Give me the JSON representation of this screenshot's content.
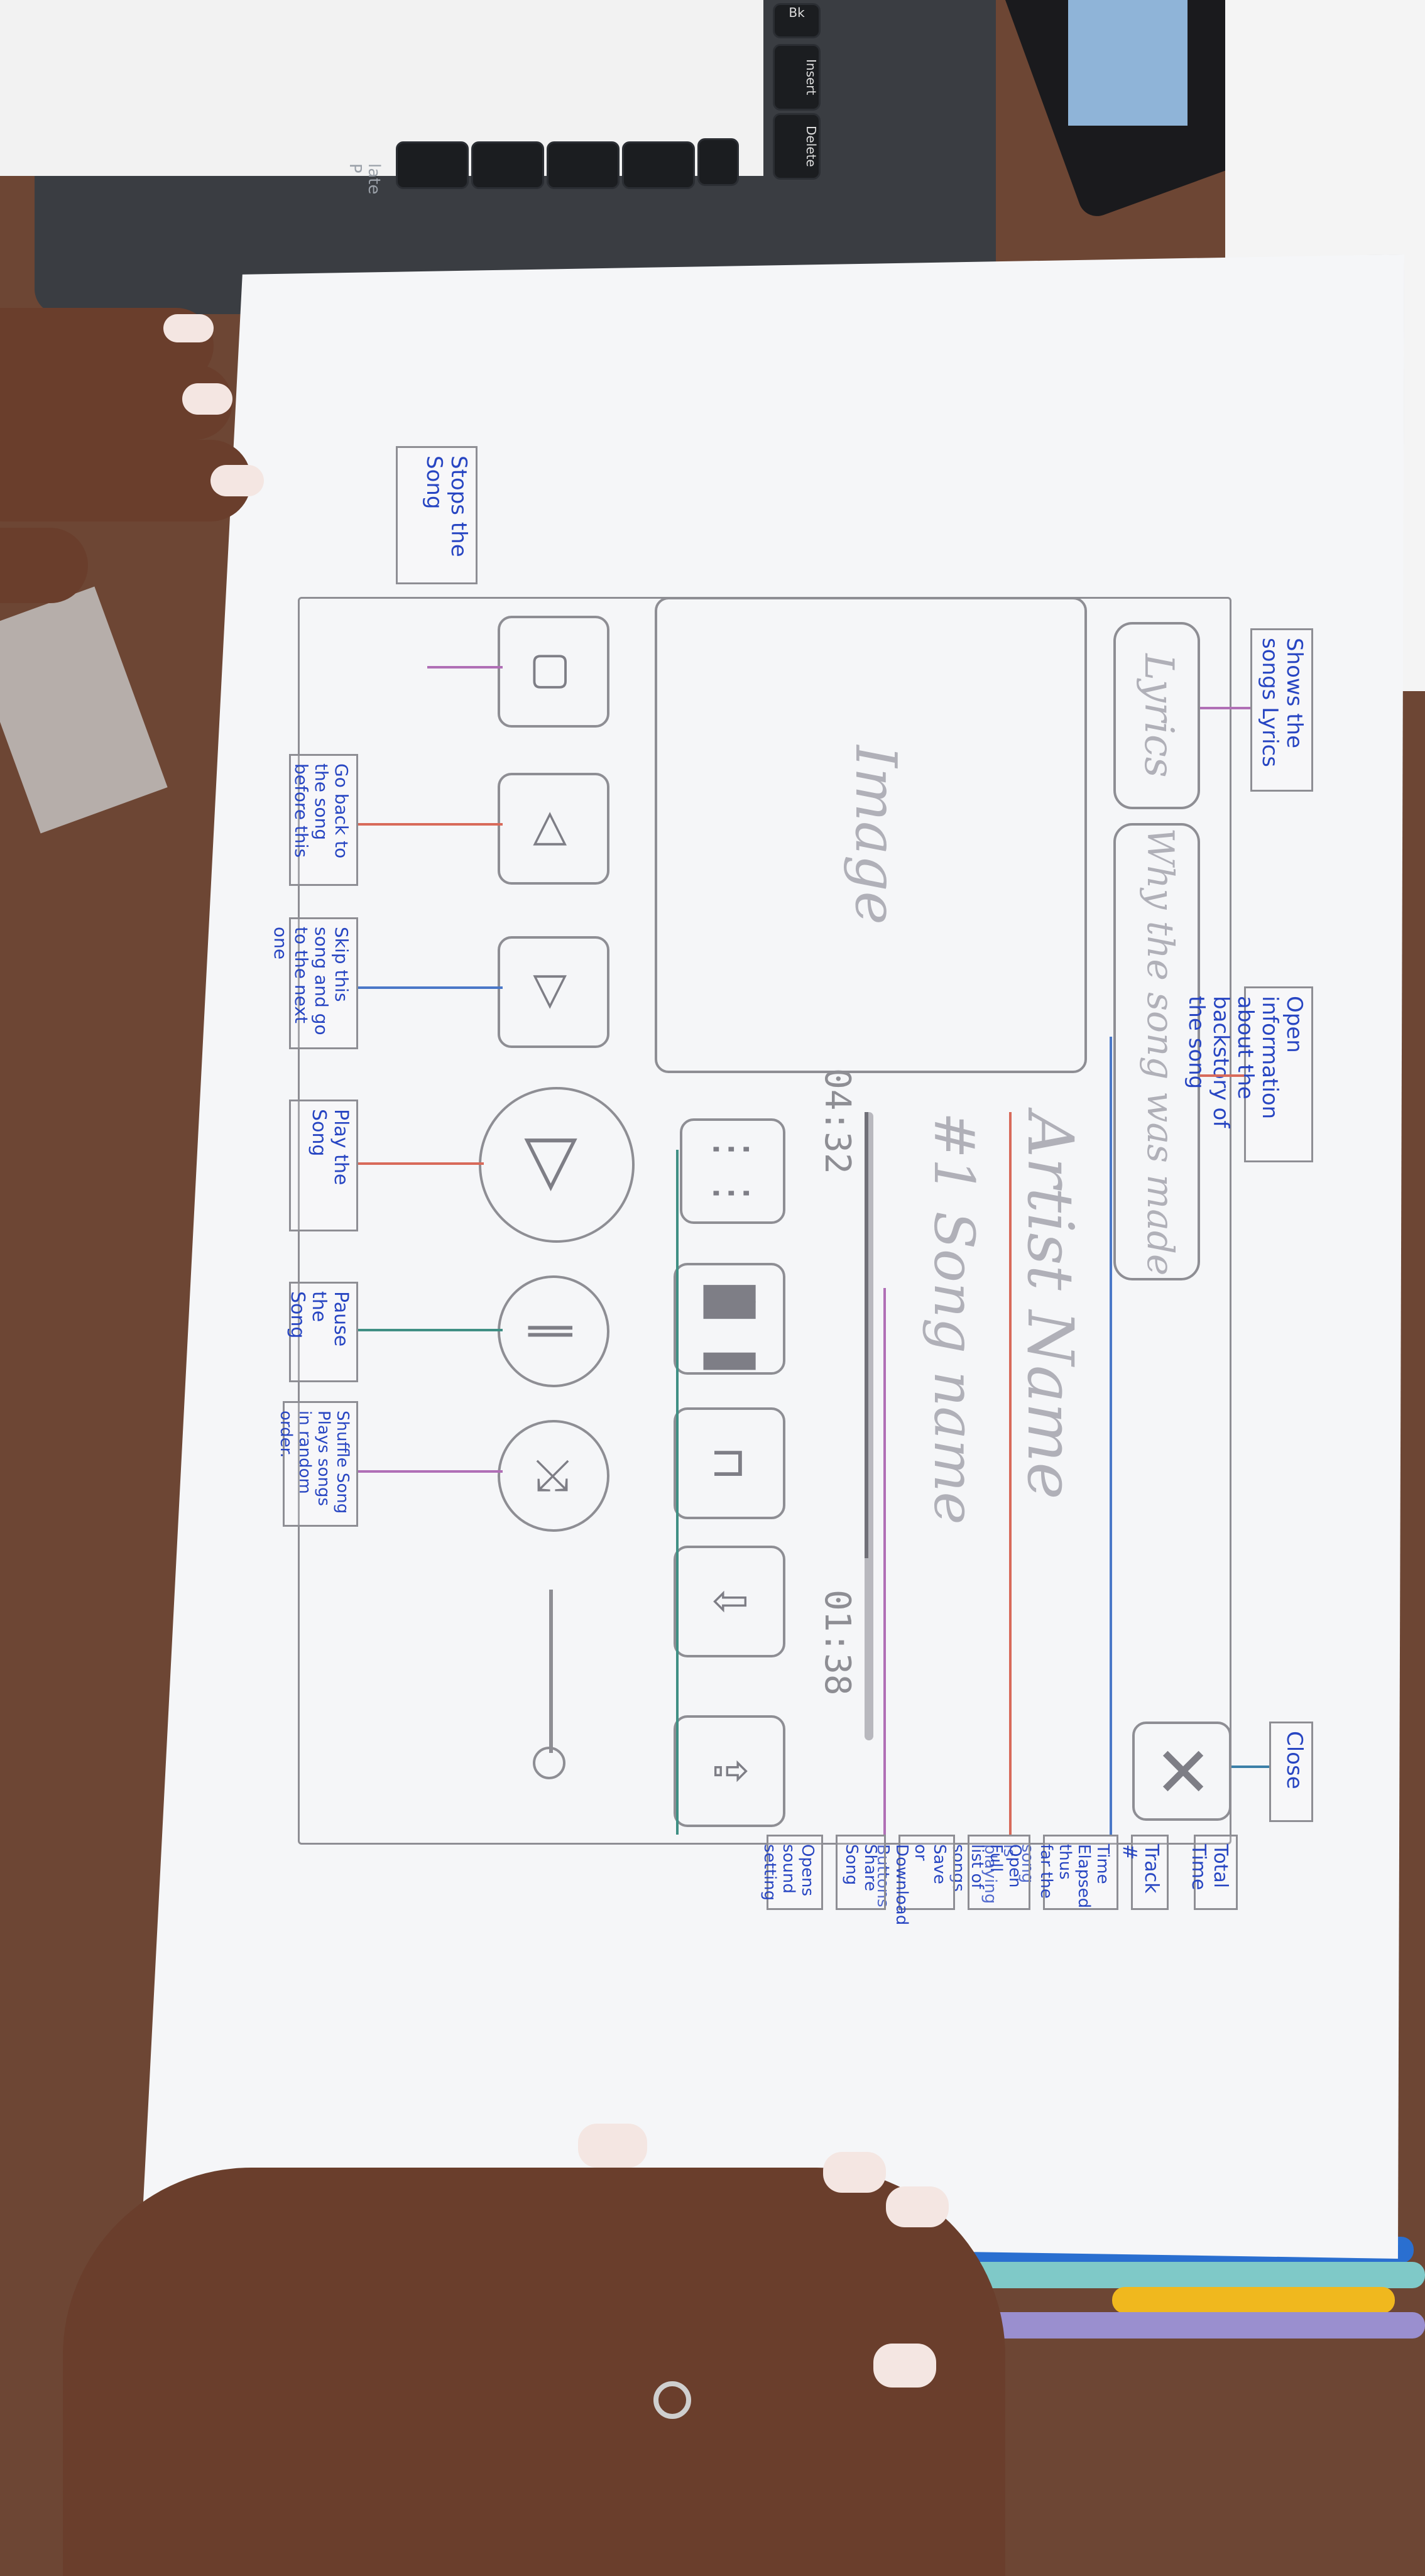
{
  "scene": {
    "description_free": true,
    "colors": {
      "paper": "#f5f6f8",
      "pencil": "#8e8e94",
      "ink": "#2745c2",
      "table": "#6d4634"
    }
  },
  "laptop": {
    "keys": [
      "Insert",
      "Delete",
      "Bk"
    ],
    "brand_text": "late P"
  },
  "sketch": {
    "lyrics_button": "Lyrics",
    "why_button": "Why the song was made",
    "image_placeholder": "Image",
    "artist_name": "Artist Name",
    "song_name": "#1 Song name",
    "total_time": "04:32",
    "elapsed_time": "01:38",
    "close_icon": "close-icon",
    "annotations": {
      "lyrics": "Shows the songs Lyrics",
      "why": "Open information about the backstory of the song",
      "stop": "Stops the Song",
      "previous": "Go back to the song before this",
      "next": "Skip this song and go to the next one",
      "play": "Play the Song",
      "pause": "Pause the Song",
      "shuffle": "Shuffle Song Plays songs in random order.",
      "close": "Close",
      "total_time": "Total Time",
      "track": "Track #",
      "elapsed": "Time Elapsed thus far the song is playing",
      "playlist": "Open Full list of songs",
      "save": "Save or Download Buttons",
      "share": "Share Song",
      "sound": "Opens sound setting"
    }
  }
}
